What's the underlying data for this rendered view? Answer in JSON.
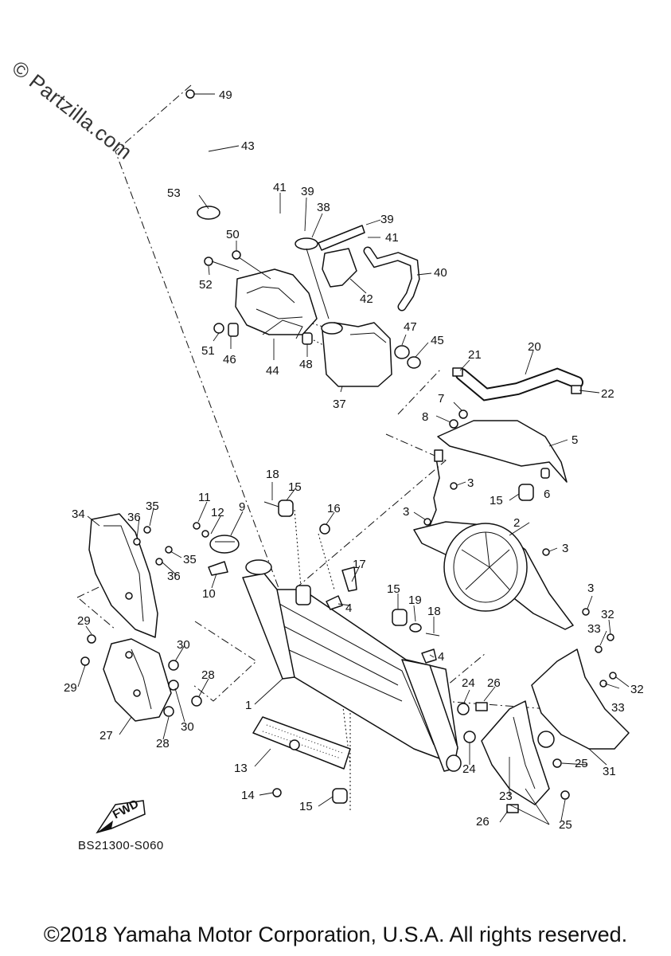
{
  "watermark": "© Partzilla.com",
  "diagram_code": "BS21300-S060",
  "fwd_label": "FWD",
  "copyright": "©2018 Yamaha Motor Corporation, U.S.A. All rights reserved.",
  "callouts": [
    "49",
    "43",
    "53",
    "41",
    "39",
    "38",
    "39",
    "41",
    "50",
    "52",
    "40",
    "42",
    "51",
    "46",
    "44",
    "48",
    "47",
    "45",
    "37",
    "21",
    "20",
    "22",
    "7",
    "8",
    "5",
    "3",
    "15",
    "6",
    "18",
    "15",
    "16",
    "11",
    "12",
    "9",
    "34",
    "35",
    "36",
    "35",
    "36",
    "3",
    "2",
    "3",
    "10",
    "17",
    "4",
    "15",
    "19",
    "18",
    "3",
    "32",
    "33",
    "4",
    "29",
    "30",
    "28",
    "29",
    "30",
    "28",
    "1",
    "24",
    "26",
    "33",
    "32",
    "27",
    "24",
    "25",
    "31",
    "13",
    "23",
    "14",
    "15",
    "26",
    "25"
  ]
}
